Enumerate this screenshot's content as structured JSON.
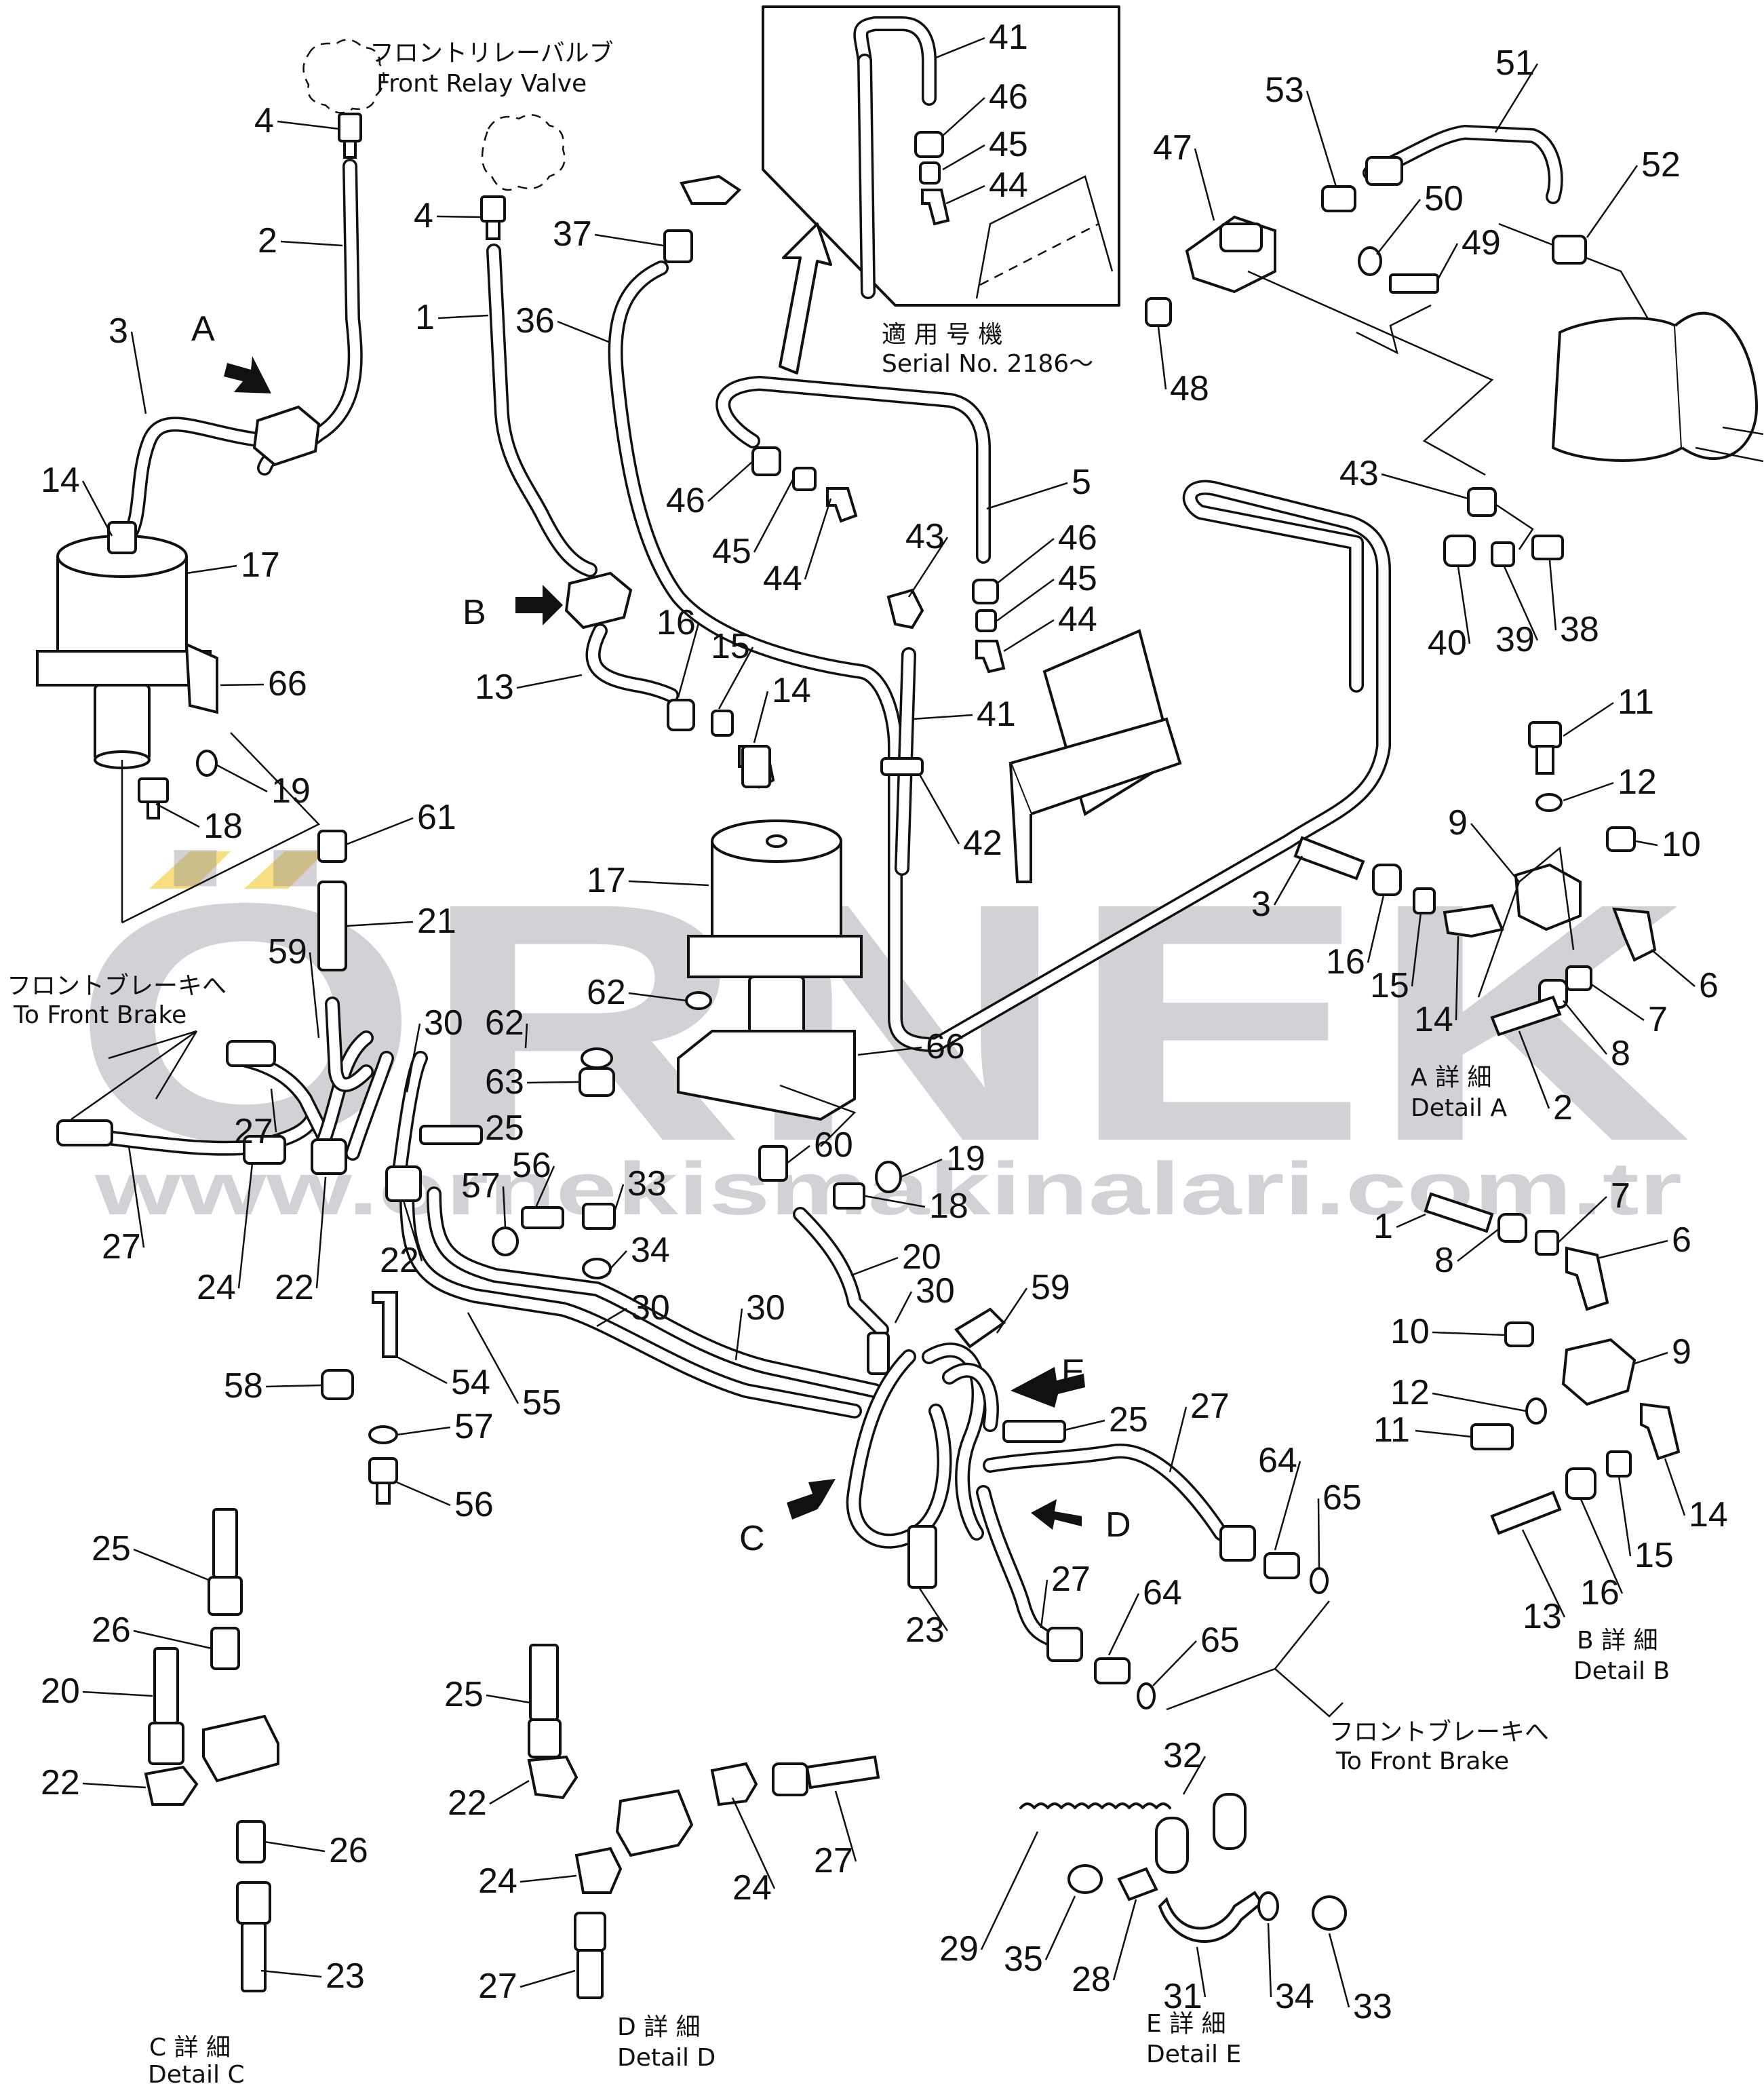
{
  "watermark": {
    "brand": "ÖRNEK",
    "url": "www.ornekismakinalari.com.tr",
    "accent_color": "#f2c21a",
    "text_color": "#8a8a94"
  },
  "captions": {
    "front_relay_valve_jp": "フロントリレーバルブ",
    "front_relay_valve_en": "Front Relay Valve",
    "serial_jp": "適 用 号 機",
    "serial_en": "Serial No. 2186～",
    "front_brake_left_jp": "フロントブレーキへ",
    "front_brake_left_en": "To Front Brake",
    "front_brake_right_jp": "フロントブレーキへ",
    "front_brake_right_en": "To Front Brake",
    "detail_a_jp": "A 詳 細",
    "detail_a_en": "Detail A",
    "detail_b_jp": "B 詳 細",
    "detail_b_en": "Detail B",
    "detail_c_jp": "C 詳 細",
    "detail_c_en": "Detail C",
    "detail_d_jp": "D 詳 細",
    "detail_d_en": "Detail D",
    "detail_e_jp": "E 詳 細",
    "detail_e_en": "Detail E"
  },
  "view_markers": {
    "a": "A",
    "b": "B",
    "c": "C",
    "d": "D",
    "e": "E"
  },
  "callouts": [
    {
      "id": "c1",
      "text": "4"
    },
    {
      "id": "c2",
      "text": "2"
    },
    {
      "id": "c3",
      "text": "3"
    },
    {
      "id": "c4",
      "text": "14"
    },
    {
      "id": "c5",
      "text": "17"
    },
    {
      "id": "c6",
      "text": "66"
    },
    {
      "id": "c7",
      "text": "18"
    },
    {
      "id": "c8",
      "text": "19"
    },
    {
      "id": "c9",
      "text": "4"
    },
    {
      "id": "c10",
      "text": "1"
    },
    {
      "id": "c11",
      "text": "36"
    },
    {
      "id": "c12",
      "text": "37"
    },
    {
      "id": "c13",
      "text": "13"
    },
    {
      "id": "c14",
      "text": "16"
    },
    {
      "id": "c15",
      "text": "15"
    },
    {
      "id": "c16",
      "text": "14"
    },
    {
      "id": "c17",
      "text": "41"
    },
    {
      "id": "c18",
      "text": "46"
    },
    {
      "id": "c19",
      "text": "45"
    },
    {
      "id": "c20",
      "text": "44"
    },
    {
      "id": "c21",
      "text": "46"
    },
    {
      "id": "c22",
      "text": "45"
    },
    {
      "id": "c23",
      "text": "44"
    },
    {
      "id": "c24",
      "text": "43"
    },
    {
      "id": "c25",
      "text": "5"
    },
    {
      "id": "c26",
      "text": "46"
    },
    {
      "id": "c27",
      "text": "45"
    },
    {
      "id": "c28",
      "text": "44"
    },
    {
      "id": "c29",
      "text": "41"
    },
    {
      "id": "c30",
      "text": "42"
    },
    {
      "id": "c31",
      "text": "47"
    },
    {
      "id": "c32",
      "text": "53"
    },
    {
      "id": "c33",
      "text": "51"
    },
    {
      "id": "c34",
      "text": "52"
    },
    {
      "id": "c35",
      "text": "50"
    },
    {
      "id": "c36",
      "text": "49"
    },
    {
      "id": "c37",
      "text": "48"
    },
    {
      "id": "c38",
      "text": "43"
    },
    {
      "id": "c39",
      "text": "40"
    },
    {
      "id": "c40",
      "text": "39"
    },
    {
      "id": "c41",
      "text": "38"
    },
    {
      "id": "c42",
      "text": "11"
    },
    {
      "id": "c43",
      "text": "12"
    },
    {
      "id": "c44",
      "text": "9"
    },
    {
      "id": "c45",
      "text": "10"
    },
    {
      "id": "c46",
      "text": "3"
    },
    {
      "id": "c47",
      "text": "16"
    },
    {
      "id": "c48",
      "text": "15"
    },
    {
      "id": "c49",
      "text": "14"
    },
    {
      "id": "c50",
      "text": "6"
    },
    {
      "id": "c51",
      "text": "7"
    },
    {
      "id": "c52",
      "text": "8"
    },
    {
      "id": "c53",
      "text": "2"
    },
    {
      "id": "c54",
      "text": "61"
    },
    {
      "id": "c55",
      "text": "21"
    },
    {
      "id": "c56",
      "text": "59"
    },
    {
      "id": "c57",
      "text": "30"
    },
    {
      "id": "c58",
      "text": "62"
    },
    {
      "id": "c59",
      "text": "63"
    },
    {
      "id": "c60",
      "text": "17"
    },
    {
      "id": "c61",
      "text": "62"
    },
    {
      "id": "c62",
      "text": "66"
    },
    {
      "id": "c63",
      "text": "27"
    },
    {
      "id": "c64",
      "text": "25"
    },
    {
      "id": "c65",
      "text": "57"
    },
    {
      "id": "c66",
      "text": "56"
    },
    {
      "id": "c67",
      "text": "33"
    },
    {
      "id": "c68",
      "text": "60"
    },
    {
      "id": "c69",
      "text": "19"
    },
    {
      "id": "c70",
      "text": "18"
    },
    {
      "id": "c71",
      "text": "27"
    },
    {
      "id": "c72",
      "text": "24"
    },
    {
      "id": "c73",
      "text": "22"
    },
    {
      "id": "c74",
      "text": "22"
    },
    {
      "id": "c75",
      "text": "34"
    },
    {
      "id": "c76",
      "text": "20"
    },
    {
      "id": "c77",
      "text": "30"
    },
    {
      "id": "c78",
      "text": "30"
    },
    {
      "id": "c79",
      "text": "30"
    },
    {
      "id": "c80",
      "text": "59"
    },
    {
      "id": "c81",
      "text": "58"
    },
    {
      "id": "c82",
      "text": "54"
    },
    {
      "id": "c83",
      "text": "55"
    },
    {
      "id": "c84",
      "text": "57"
    },
    {
      "id": "c85",
      "text": "56"
    },
    {
      "id": "c86",
      "text": "25"
    },
    {
      "id": "c87",
      "text": "27"
    },
    {
      "id": "c88",
      "text": "64"
    },
    {
      "id": "c89",
      "text": "65"
    },
    {
      "id": "c90",
      "text": "23"
    },
    {
      "id": "c91",
      "text": "27"
    },
    {
      "id": "c92",
      "text": "64"
    },
    {
      "id": "c93",
      "text": "65"
    },
    {
      "id": "c94",
      "text": "1"
    },
    {
      "id": "c95",
      "text": "8"
    },
    {
      "id": "c96",
      "text": "7"
    },
    {
      "id": "c97",
      "text": "6"
    },
    {
      "id": "c98",
      "text": "10"
    },
    {
      "id": "c99",
      "text": "9"
    },
    {
      "id": "c100",
      "text": "12"
    },
    {
      "id": "c101",
      "text": "11"
    },
    {
      "id": "c102",
      "text": "14"
    },
    {
      "id": "c103",
      "text": "15"
    },
    {
      "id": "c104",
      "text": "16"
    },
    {
      "id": "c105",
      "text": "13"
    },
    {
      "id": "c106",
      "text": "25"
    },
    {
      "id": "c107",
      "text": "26"
    },
    {
      "id": "c108",
      "text": "20"
    },
    {
      "id": "c109",
      "text": "22"
    },
    {
      "id": "c110",
      "text": "26"
    },
    {
      "id": "c111",
      "text": "23"
    },
    {
      "id": "c112",
      "text": "25"
    },
    {
      "id": "c113",
      "text": "22"
    },
    {
      "id": "c114",
      "text": "24"
    },
    {
      "id": "c115",
      "text": "27"
    },
    {
      "id": "c116",
      "text": "24"
    },
    {
      "id": "c117",
      "text": "27"
    },
    {
      "id": "c118",
      "text": "32"
    },
    {
      "id": "c119",
      "text": "29"
    },
    {
      "id": "c120",
      "text": "35"
    },
    {
      "id": "c121",
      "text": "28"
    },
    {
      "id": "c122",
      "text": "31"
    },
    {
      "id": "c123",
      "text": "34"
    },
    {
      "id": "c124",
      "text": "33"
    }
  ]
}
